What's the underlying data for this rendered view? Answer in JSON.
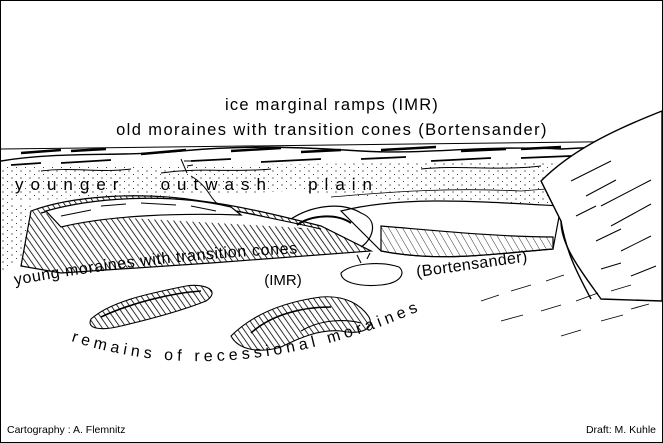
{
  "labels": {
    "imr_top": "ice marginal ramps (IMR)",
    "old_moraines": "old moraines with transition cones (Bortensander)",
    "outwash": "younger   outwash   plain",
    "young_moraines": "young moraines with transition cones",
    "imr_small": "(IMR)",
    "bortensander": "(Bortensander)",
    "recessional": "remains of recessional moraines"
  },
  "credits": {
    "cartography": "Cartography : A. Flemnitz",
    "draft": "Draft: M. Kuhle"
  }
}
